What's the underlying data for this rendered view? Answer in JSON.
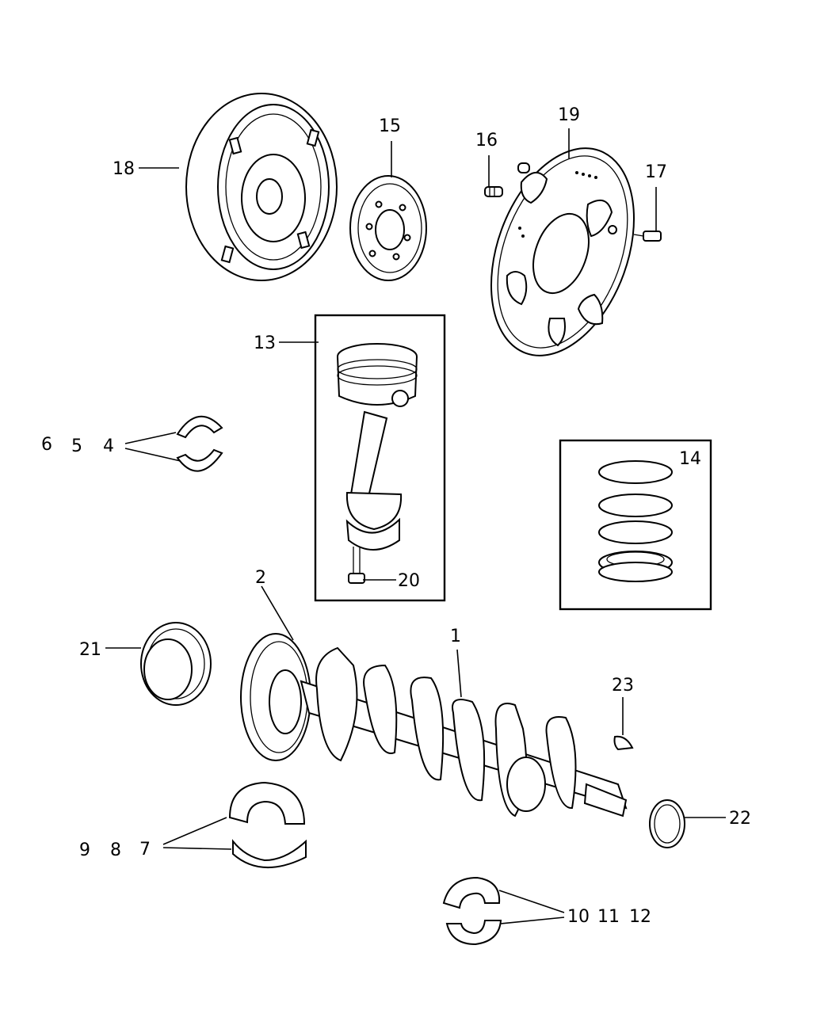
{
  "diagram": {
    "labels": {
      "p1": "1",
      "p2": "2",
      "p4": "4",
      "p5": "5",
      "p6": "6",
      "p7": "7",
      "p8": "8",
      "p9": "9",
      "p10": "10",
      "p11": "11",
      "p12": "12",
      "p13": "13",
      "p14": "14",
      "p15": "15",
      "p16": "16",
      "p17": "17",
      "p18": "18",
      "p19": "19",
      "p20": "20",
      "p21": "21",
      "p22": "22",
      "p23": "23"
    }
  }
}
